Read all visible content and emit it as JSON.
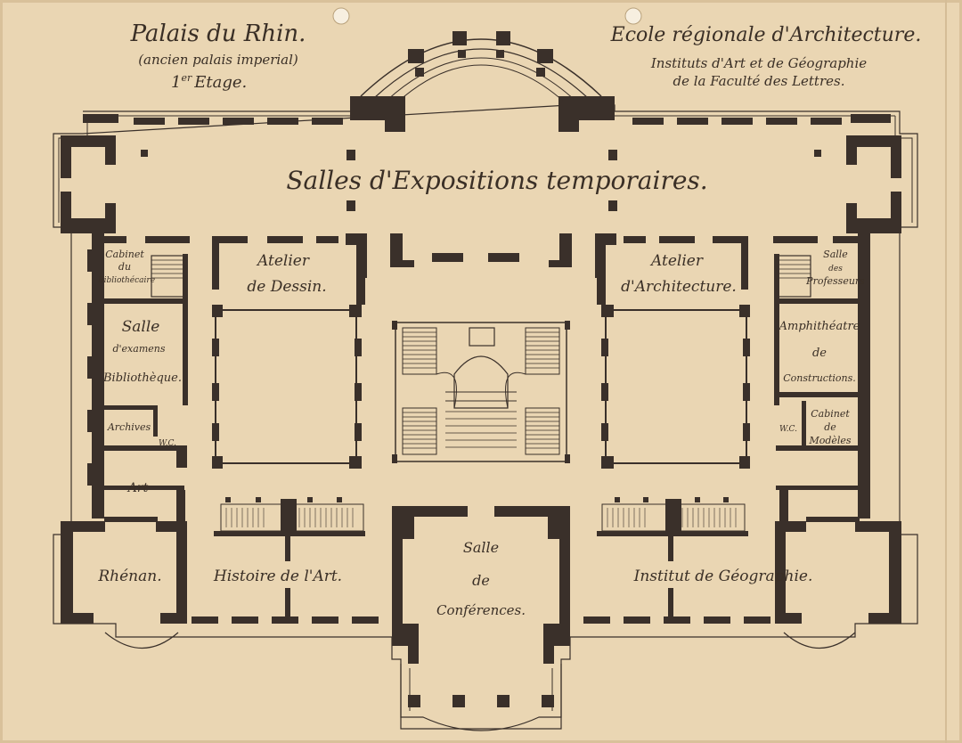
{
  "header": {
    "left_title": "Palais du Rhin.",
    "left_subtitle": "(ancien palais imperial)",
    "floor_prefix": "1",
    "floor_sup": "er",
    "floor_suffix": "Etage.",
    "right_title": "Ecole régionale d'Architecture.",
    "right_line1": "Instituts d'Art et de Géographie",
    "right_line2": "de la Faculté des Lettres."
  },
  "rooms": {
    "expositions": "Salles d'Expositions temporaires.",
    "atelier_dessin_1": "Atelier",
    "atelier_dessin_2": "de Dessin.",
    "atelier_archi_1": "Atelier",
    "atelier_archi_2": "d'Architecture.",
    "cabinet_biblio_1": "Cabinet",
    "cabinet_biblio_2": "du",
    "cabinet_biblio_3": "Bibliothécaire",
    "salle_examens_1": "Salle",
    "salle_examens_2": "d'examens",
    "bibliotheque": "Bibliothèque.",
    "archives": "Archives",
    "wc_left": "W.C.",
    "art": "Art",
    "rhenan": "Rhénan.",
    "histoire_art": "Histoire de l'Art.",
    "salle_conf_1": "Salle",
    "salle_conf_2": "de",
    "salle_conf_3": "Conférences.",
    "institut_geo": "Institut de Géographie.",
    "salle_prof_1": "Salle",
    "salle_prof_2": "des",
    "salle_prof_3": "Professeurs",
    "amphi_1": "Amphithéatre",
    "amphi_2": "de",
    "amphi_3": "Constructions.",
    "cabinet_mod_1": "Cabinet",
    "cabinet_mod_2": "de",
    "cabinet_mod_3": "Modèles",
    "wc_right": "W.C."
  }
}
